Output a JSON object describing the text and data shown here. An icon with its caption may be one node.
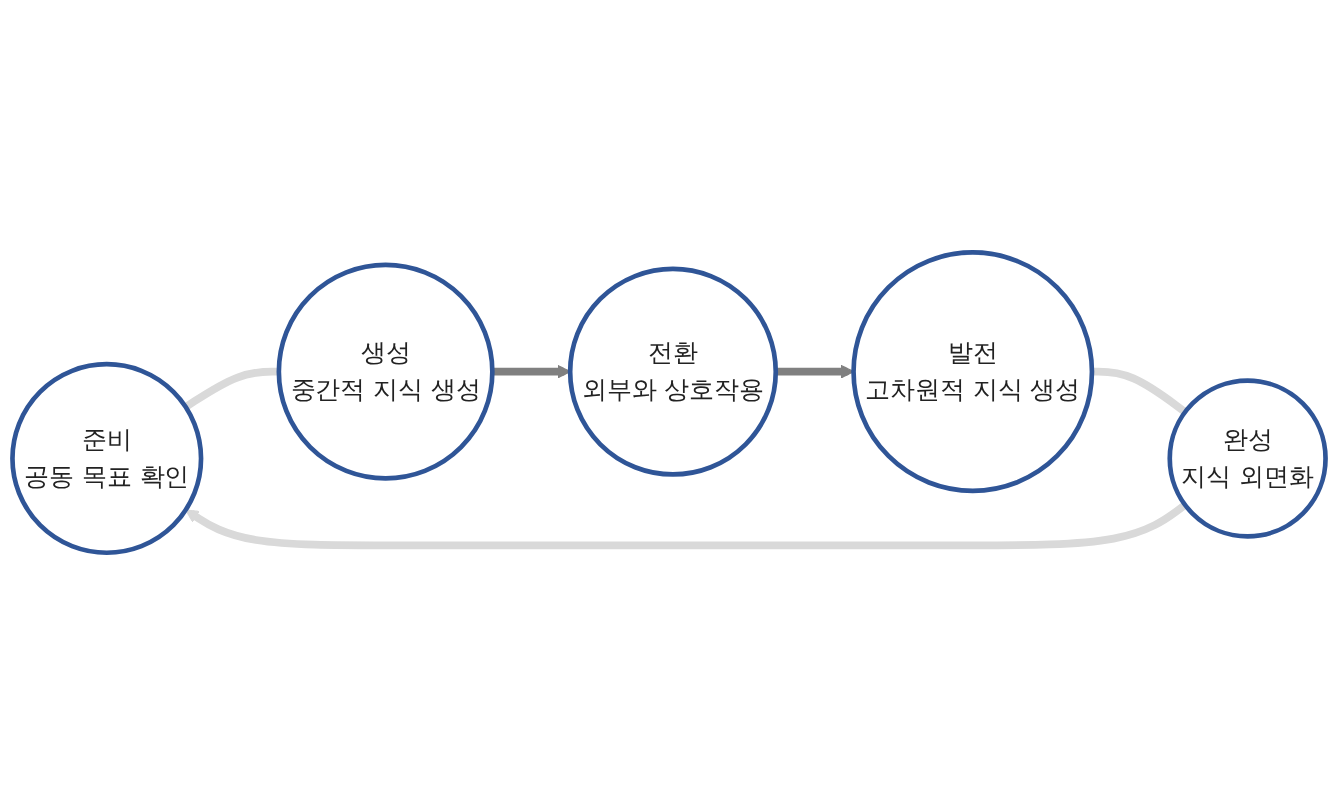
{
  "diagram": {
    "nodes": [
      {
        "text": [
          "준비",
          "공동 목표 확인"
        ]
      },
      {
        "text": [
          "생성",
          "중간적 지식 생성"
        ]
      },
      {
        "text": [
          "전환",
          "외부와 상호작용"
        ]
      },
      {
        "text": [
          "완성",
          "지식 외면화"
        ]
      },
      {
        "text": [
          "발전",
          "고차원적 지식 생성"
        ]
      }
    ],
    "edges": [
      {
        "from": 0,
        "to": 1,
        "arrow": "none",
        "color": "#d9d9d9"
      },
      {
        "from": 1,
        "to": 2,
        "arrow": "to"
      },
      {
        "from": 2,
        "to": 4,
        "arrow": "to"
      },
      {
        "from": 4,
        "to": 3,
        "arrow": "none",
        "color": "#d9d9d9"
      },
      {
        "from": 3,
        "to": 0,
        "arrow": "to",
        "color": "#d9d9d9"
      }
    ]
  }
}
